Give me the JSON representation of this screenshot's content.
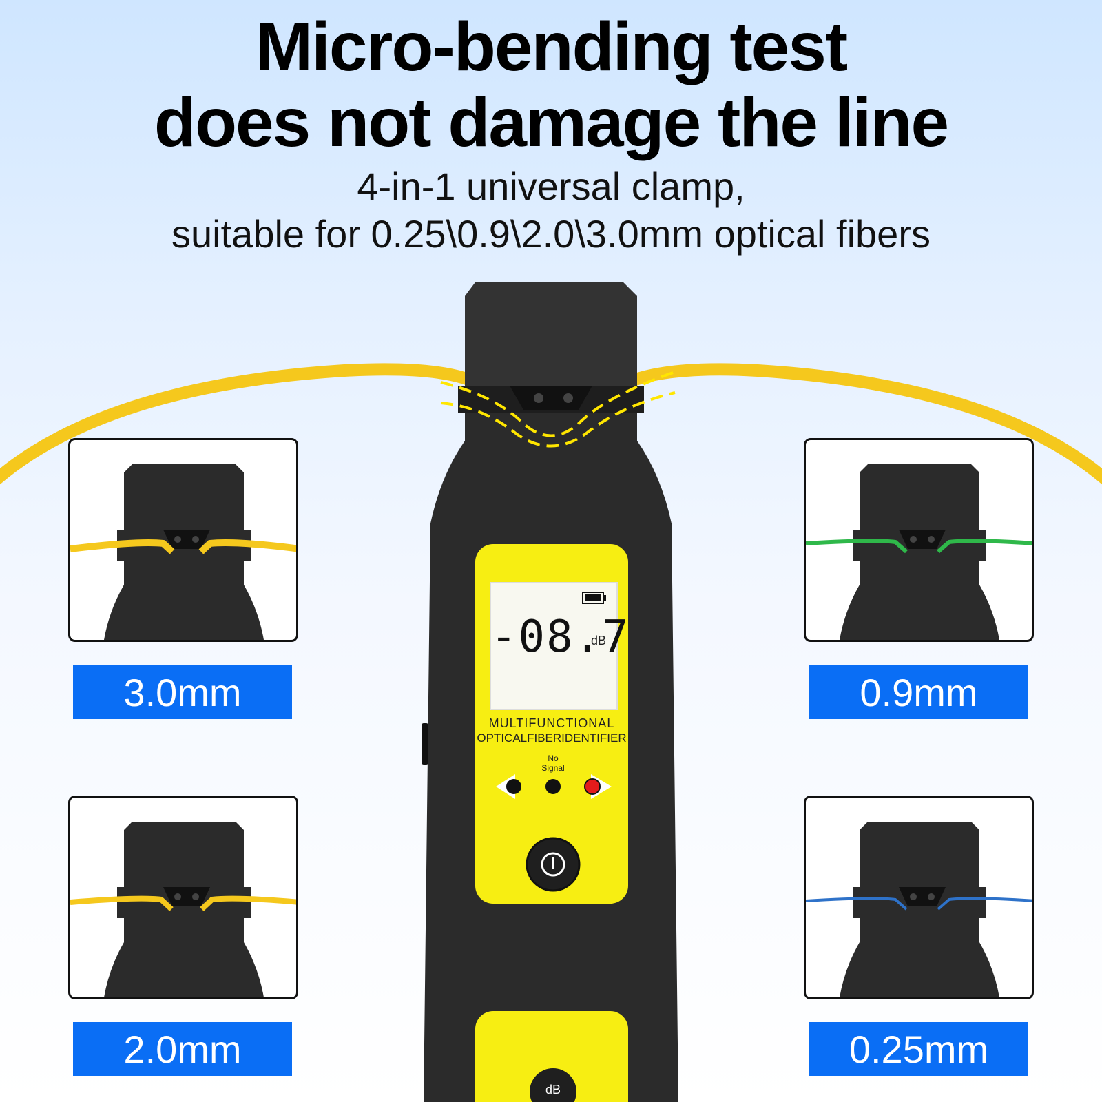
{
  "header": {
    "title_line1": "Micro-bending test",
    "title_line2": "does not damage the line",
    "subtitle_line1": "4-in-1 universal clamp,",
    "subtitle_line2": "suitable for 0.25\\0.9\\2.0\\3.0mm optical fibers"
  },
  "device": {
    "reading": "-08.7",
    "unit": "dB",
    "name_line1": "MULTIFUNCTIONAL",
    "name_line2": "OPTICALFIBERIDENTIFIER",
    "indicator_label_line1": "No",
    "indicator_label_line2": "Signal",
    "button_label": "dB",
    "colors": {
      "body": "#2b2b2b",
      "panel": "#f7ee12",
      "fiber": "#f5c81d"
    }
  },
  "sizes": [
    {
      "label": "3.0mm",
      "fiber_color": "#f5c81d"
    },
    {
      "label": "0.9mm",
      "fiber_color": "#2fb84a"
    },
    {
      "label": "2.0mm",
      "fiber_color": "#f5c81d"
    },
    {
      "label": "0.25mm",
      "fiber_color": "#2e72c9"
    }
  ]
}
